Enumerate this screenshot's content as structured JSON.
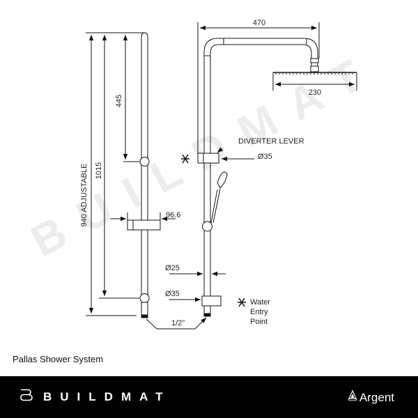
{
  "watermark": "BUILDMAT",
  "diagram": {
    "left_view": {
      "dim_overall": "940 ADJUSTABLE",
      "dim_rail": "1015",
      "dim_top_bracket": "445",
      "dim_slider_width": "96.6"
    },
    "right_view": {
      "dim_arm_reach": "470",
      "dim_head_width": "230",
      "diverter_label": "DIVERTER LEVER",
      "diverter_diameter": "Ø35",
      "pipe_diameter": "Ø25",
      "base_diameter": "Ø35",
      "inlet_size": "1/2\"",
      "legend_symbol": "✶",
      "legend_text": [
        "Water",
        "Entry",
        "Point"
      ]
    }
  },
  "product_title": "Pallas Shower System",
  "footer": {
    "brand": "BUILDMAT",
    "partner": "Argent",
    "background": "#000000",
    "text_color": "#ffffff"
  }
}
